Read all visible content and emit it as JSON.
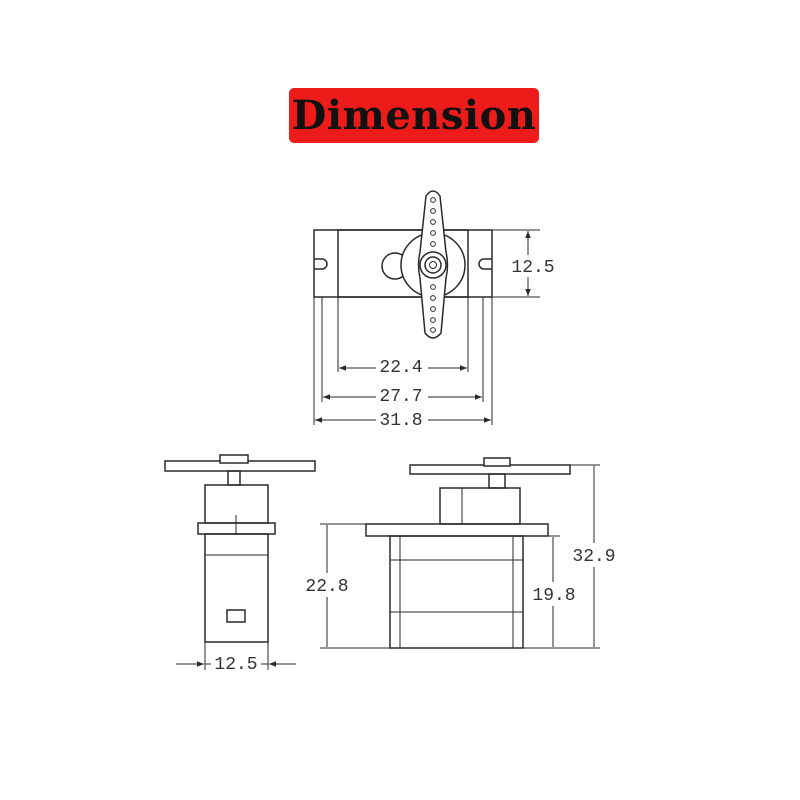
{
  "title": "Dimension",
  "colors": {
    "title_bg": "#ee1b1b",
    "title_text": "#111111",
    "line": "#2a2a2a",
    "dim_text": "#333333"
  },
  "top_view": {
    "height_label": "12.5",
    "width_inner_label": "22.4",
    "width_mid_label": "27.7",
    "width_outer_label": "31.8"
  },
  "side_view": {
    "width_label": "12.5"
  },
  "front_view": {
    "body_height_label": "22.8",
    "mount_height_label": "19.8",
    "total_height_label": "32.9"
  }
}
